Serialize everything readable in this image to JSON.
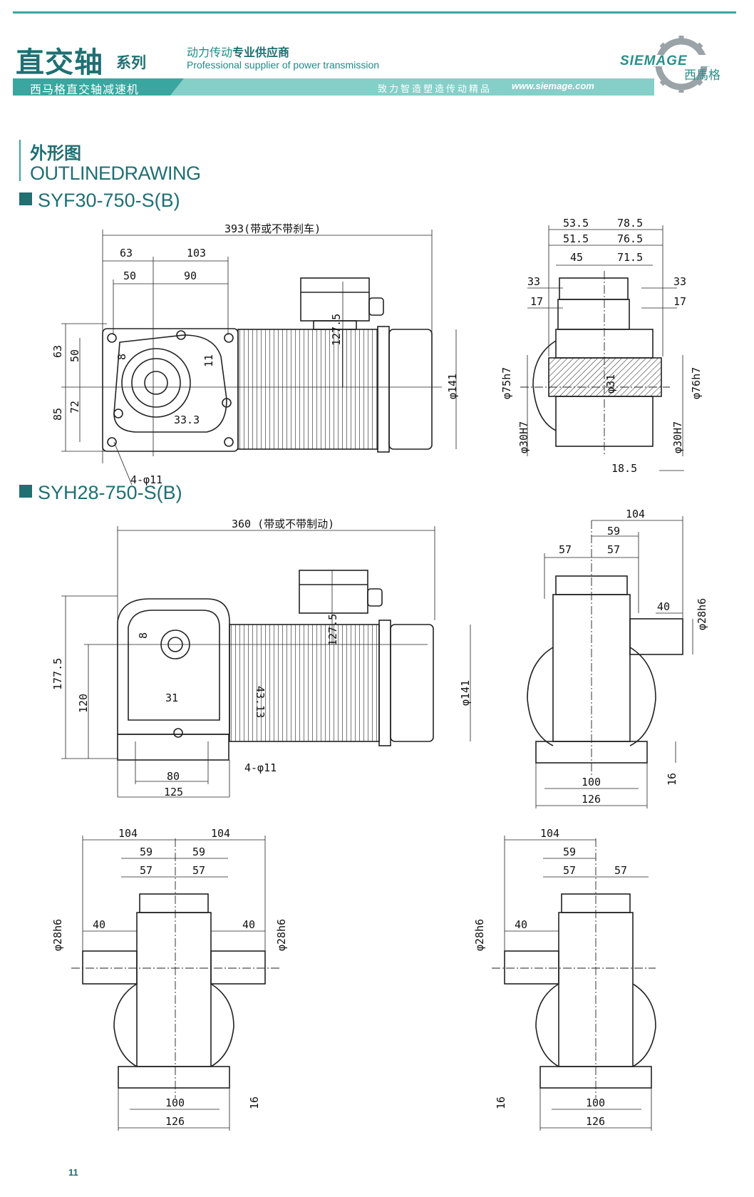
{
  "header": {
    "title": "直交轴",
    "series": "系列",
    "tagline_cn_plain": "动力传动",
    "tagline_cn_bold": "专业供应商",
    "tagline_en": "Professional supplier of power transmission",
    "subtitle": "西马格直交轴减速机",
    "slogan": "致力智造塑造传动精品",
    "url": "www.siemage.com",
    "logo_text": "SIEMAGE",
    "logo_cn": "西馬格"
  },
  "section": {
    "title_cn": "外形图",
    "title_en": "OUTLINEDRAWING"
  },
  "models": [
    {
      "name": "SYF30-750-S(B)"
    },
    {
      "name": "SYH28-750-S(B)"
    }
  ],
  "dims": {
    "syf_total": "393(带或不带刹车)",
    "syf_63": "63",
    "syf_103": "103",
    "syf_50": "50",
    "syf_90": "90",
    "syf_v63": "63",
    "syf_v50": "50",
    "syf_v85": "85",
    "syf_v72": "72",
    "syf_8": "8",
    "syf_11": "11",
    "syf_333": "33.3",
    "syf_1275": "127.5",
    "syf_d141": "φ141",
    "syf_holes": "4-φ11",
    "syf_535": "53.5",
    "syf_785": "78.5",
    "syf_515": "51.5",
    "syf_765": "76.5",
    "syf_45": "45",
    "syf_715": "71.5",
    "syf_33a": "33",
    "syf_33b": "33",
    "syf_17a": "17",
    "syf_17b": "17",
    "syf_d75": "φ75h7",
    "syf_d31": "φ31",
    "syf_d76": "φ76h7",
    "syf_d30a": "φ30H7",
    "syf_d30b": "φ30H7",
    "syf_185": "18.5",
    "syh_total": "360 (带或不带制动)",
    "syh_1775": "177.5",
    "syh_120": "120",
    "syh_8": "8",
    "syh_4313": "43.13",
    "syh_31": "31",
    "syh_1275": "127.5",
    "syh_d141": "φ141",
    "syh_holes": "4-φ11",
    "syh_80": "80",
    "syh_125": "125",
    "syh_r104": "104",
    "syh_r59": "59",
    "syh_r57a": "57",
    "syh_r57b": "57",
    "syh_r40": "40",
    "syh_rd28": "φ28h6",
    "syh_r100": "100",
    "syh_r126": "126",
    "syh_r16": "16",
    "bl_104a": "104",
    "bl_104b": "104",
    "bl_59a": "59",
    "bl_59b": "59",
    "bl_57a": "57",
    "bl_57b": "57",
    "bl_40a": "40",
    "bl_40b": "40",
    "bl_d28a": "φ28h6",
    "bl_d28b": "φ28h6",
    "bl_100": "100",
    "bl_126": "126",
    "bl_16": "16",
    "br_104": "104",
    "br_59": "59",
    "br_57a": "57",
    "br_57b": "57",
    "br_40": "40",
    "br_d28": "φ28h6",
    "br_100": "100",
    "br_126": "126",
    "br_16": "16"
  },
  "page": {
    "number": "11"
  },
  "colors": {
    "accent": "#1f6f73",
    "band": "#86cfc9",
    "rule": "#3aa6a0"
  }
}
